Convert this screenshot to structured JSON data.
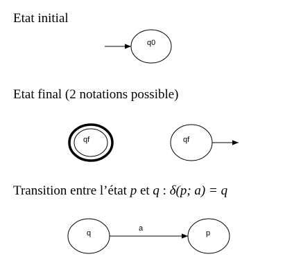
{
  "sections": {
    "initial": {
      "title": "Etat initial",
      "state_label": "q0"
    },
    "final": {
      "title": "Etat final (2 notations possible)",
      "state_label_double_circle": "qf",
      "state_label_arrow": "qf"
    },
    "transition": {
      "title_prefix": "Transition entre l’état ",
      "var_p": "p",
      "title_middle": " et ",
      "var_q": "q",
      "title_colon": " : ",
      "formula": "δ(p; a) = q",
      "source_label": "q",
      "target_label": "p",
      "edge_label": "a"
    }
  }
}
